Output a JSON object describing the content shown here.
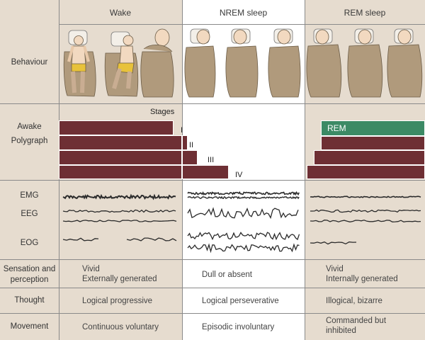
{
  "columns": {
    "wake": "Wake",
    "nrem": "NREM sleep",
    "rem": "REM sleep"
  },
  "row_labels": {
    "behaviour": "Behaviour",
    "awake": "Awake",
    "polygraph": "Polygraph",
    "emg": "EMG",
    "eeg": "EEG",
    "eog": "EOG",
    "sensation": "Sensation and\nperception",
    "thought": "Thought",
    "movement": "Movement"
  },
  "polygraph": {
    "stages_title": "Stages",
    "stage_labels": [
      "I",
      "II",
      "III",
      "IV"
    ],
    "rem_label": "REM",
    "colors": {
      "bar": "#6e2f34",
      "rem": "#3c8a65",
      "tan": "#e6dccf",
      "blanket": "#b09a7c"
    }
  },
  "sensation": {
    "wake": "Vivid\nExternally generated",
    "nrem": "Dull or absent",
    "rem": "Vivid\nInternally generated"
  },
  "thought": {
    "wake": "Logical progressive",
    "nrem": "Logical perseverative",
    "rem": "Illogical, bizarre"
  },
  "movement": {
    "wake": "Continuous voluntary",
    "nrem": "Episodic involuntary",
    "rem": "Commanded but\ninhibited"
  }
}
